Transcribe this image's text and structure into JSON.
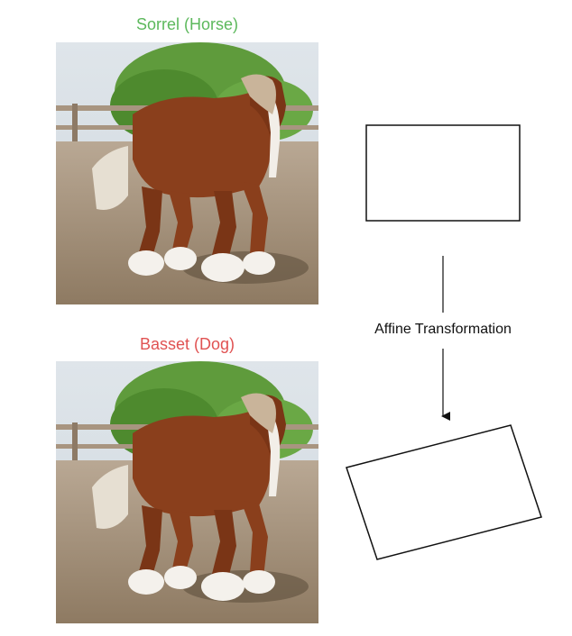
{
  "images": {
    "top": {
      "label": "Sorrel (Horse)",
      "color": "#5cb85c"
    },
    "bottom": {
      "label": "Basset (Dog)",
      "color": "#e05252"
    }
  },
  "diagram": {
    "transform_label": "Affine Transformation"
  }
}
